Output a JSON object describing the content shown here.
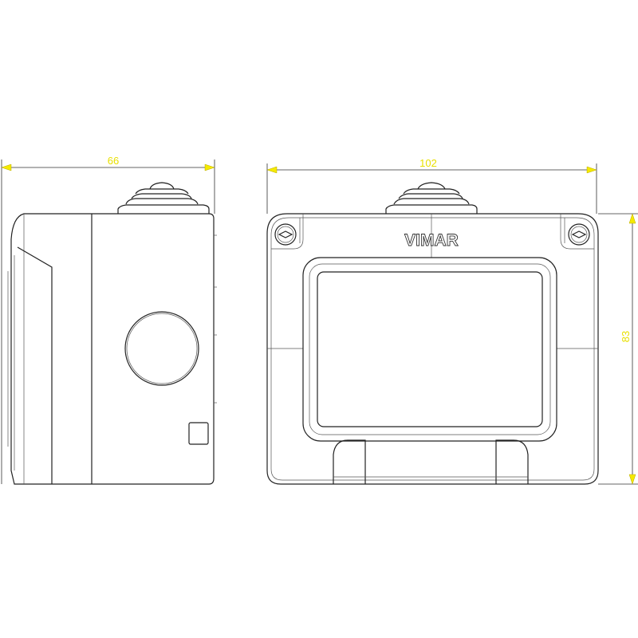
{
  "dimensions": {
    "depth": "66",
    "width": "102",
    "height": "83"
  },
  "brand": {
    "logo": "VIMAR"
  },
  "colors": {
    "dimension_text": "#e8e000",
    "line": "#222222"
  }
}
